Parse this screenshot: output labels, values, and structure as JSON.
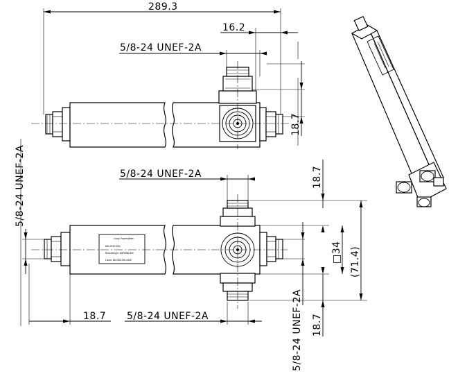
{
  "dimensions": {
    "overall_length": "289.3",
    "port_offset": "16.2",
    "thread_top_view": "5/8-24 UNEF-2A",
    "side_height_top": "18.7",
    "thread_left_vertical": "5/8-24 UNEF-2A",
    "thread_bottom_view_top": "5/8-24 UNEF-2A",
    "bottom_height_upper": "18.7",
    "square_body": "□34",
    "overall_height_ref": "(71.4)",
    "thread_bottom_view_bottom": "5/8-24 UNEF-2A",
    "thread_right_vertical": "5/8-24 UNEF-2A",
    "bottom_height_lower": "18.7",
    "left_offset": "18.7"
  },
  "product_label": {
    "line1": "4-way Powersplitter",
    "line2": "800-2200 MHz",
    "line3": "Rosenberger: 83PWN6-800",
    "line4": "Lieom: 546   083-290-4400"
  },
  "colors": {
    "line": "#000000",
    "background": "#ffffff"
  }
}
